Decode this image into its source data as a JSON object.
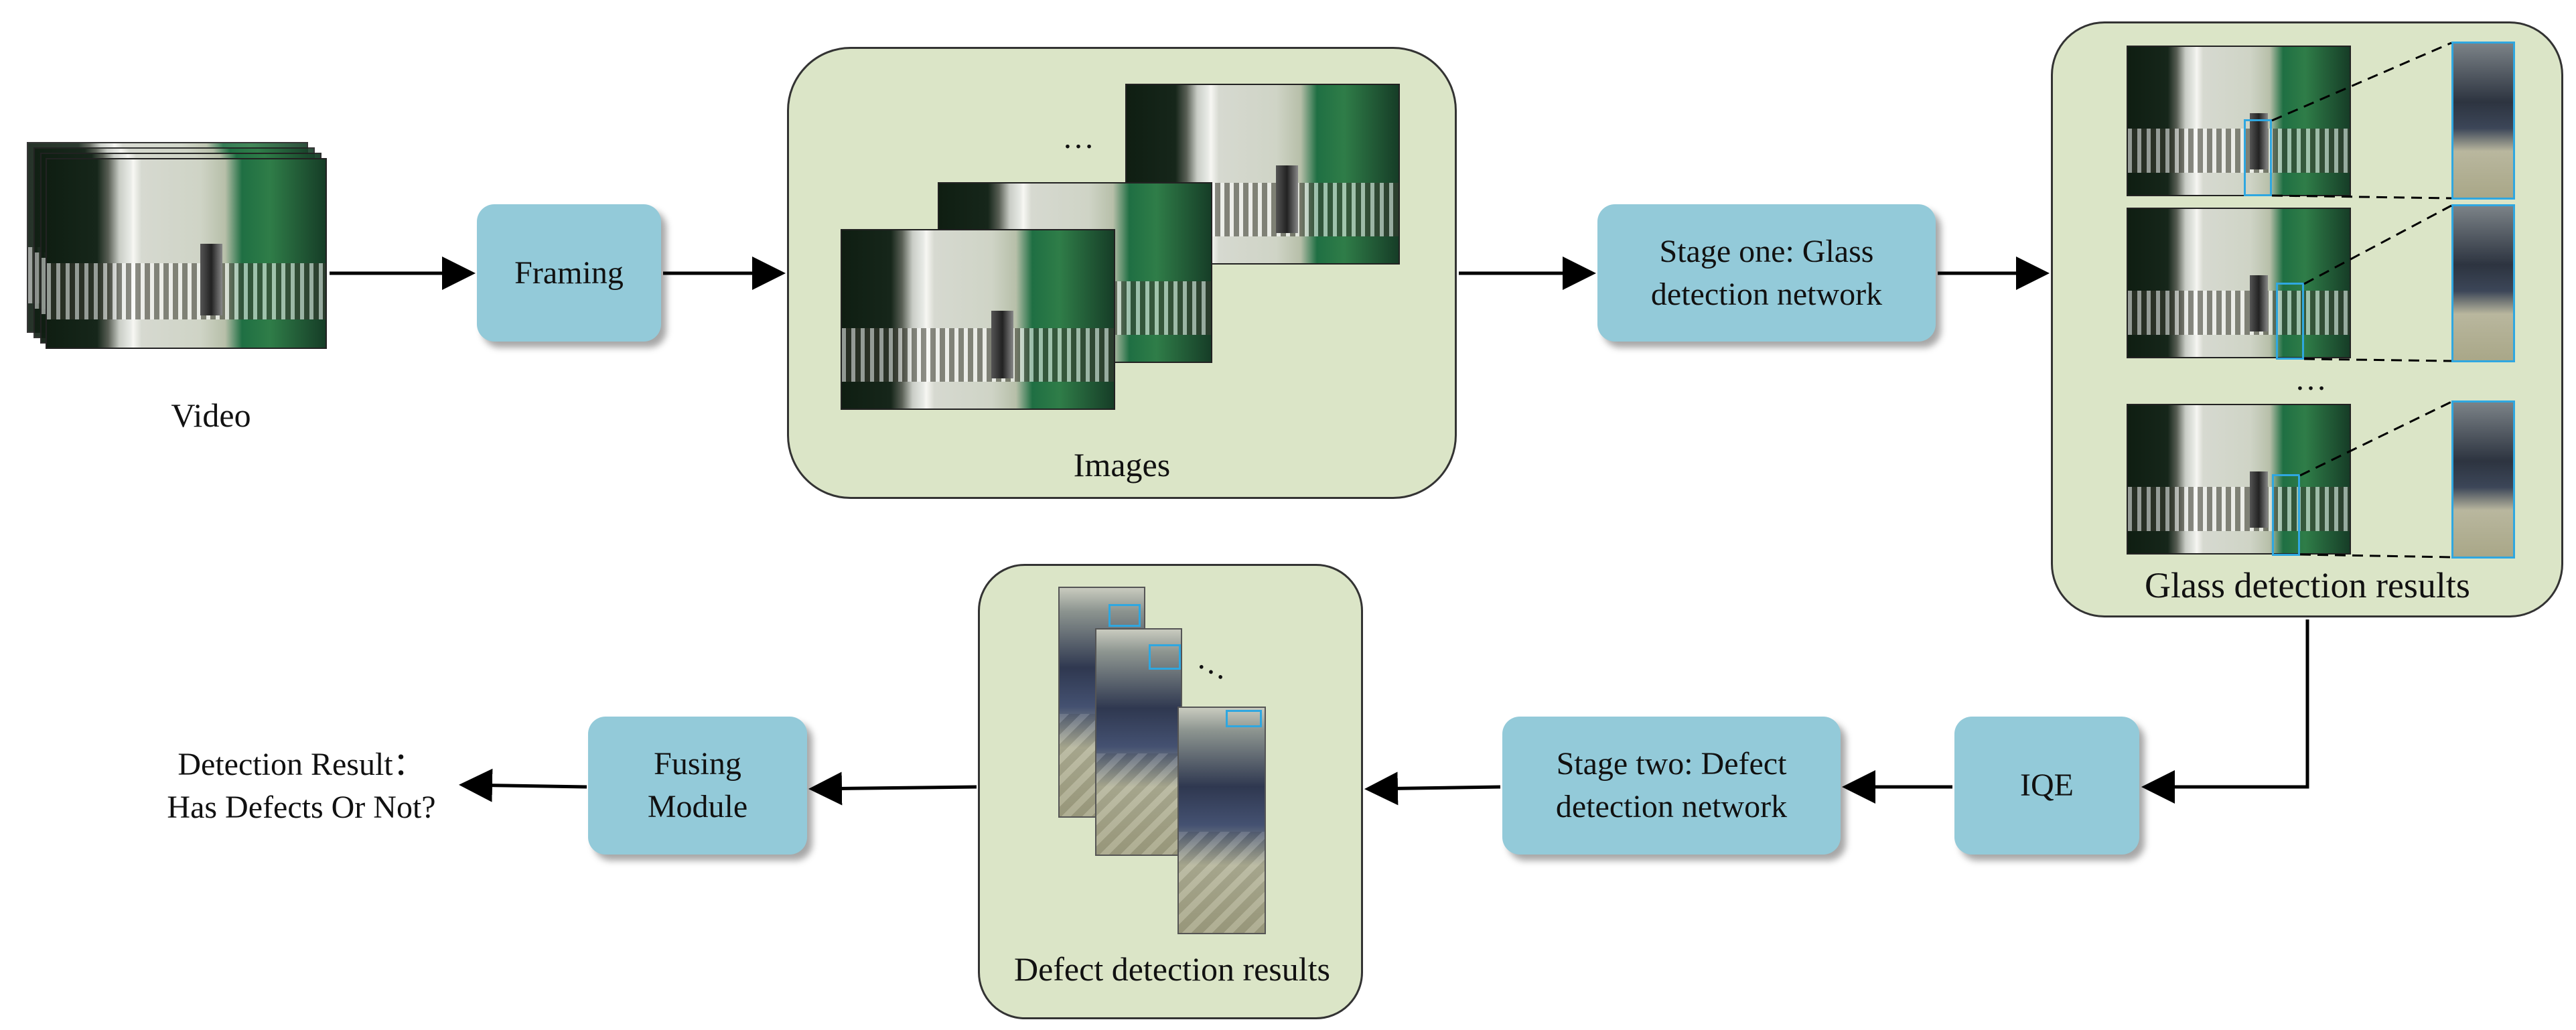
{
  "nodes": {
    "video_label": "Video",
    "framing": "Framing",
    "images_label": "Images",
    "stage_one": "Stage one: Glass\ndetection network",
    "glass_results_label": "Glass detection results",
    "iqe": "IQE",
    "stage_two": "Stage two: Defect\ndetection network",
    "defect_results_label": "Defect detection results",
    "fusing": "Fusing\nModule",
    "detection_result": "Detection Result：\nHas Defects Or Not?"
  },
  "ellipsis": {
    "images": "…",
    "glass": "…",
    "defect": "…"
  },
  "colors": {
    "panel_fill": "#dbe5c7",
    "process_fill": "#93cad9",
    "highlight_box": "#2fa7e0",
    "arrow": "#000000"
  }
}
